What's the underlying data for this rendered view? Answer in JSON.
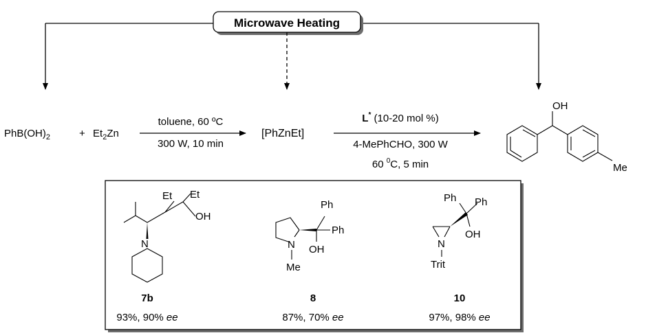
{
  "header": {
    "label": "Microwave Heating"
  },
  "reaction": {
    "reagent_1": {
      "base": "PhB(OH)",
      "sub": "2"
    },
    "plus": "+",
    "reagent_2": {
      "pre": "Et",
      "sub": "2",
      "post": "Zn"
    },
    "step1": {
      "above": "toluene, 60 ºC",
      "below": "300 W, 10 min"
    },
    "intermediate": "[PhZnEt]",
    "step2": {
      "ligand": "L",
      "ligand_sup": "*",
      "ligand_rest": " (10-20 mol %)",
      "below_1": "4-MePhCHO, 300 W",
      "below_2_pre": "60 ",
      "below_2_sup": "0",
      "below_2_post": "C, 5 min"
    },
    "product": {
      "oh": "OH",
      "me": "Me"
    }
  },
  "ligands": [
    {
      "id": "7b",
      "labels": [
        "Et",
        "Et",
        "OH",
        "N"
      ],
      "yield": "93%, 90% ",
      "ee": "ee"
    },
    {
      "id": "8",
      "labels": [
        "Ph",
        "Ph",
        "OH",
        "N",
        "Me"
      ],
      "yield": "87%, 70% ",
      "ee": "ee"
    },
    {
      "id": "10",
      "labels": [
        "Ph",
        "Ph",
        "N",
        "OH",
        "Trit"
      ],
      "yield": "97%, 98% ",
      "ee": "ee"
    }
  ]
}
